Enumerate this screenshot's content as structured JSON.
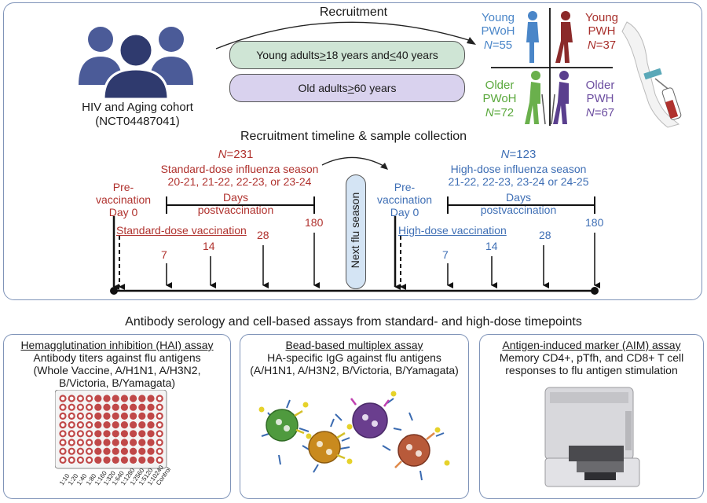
{
  "recruitment": {
    "title": "Recruitment",
    "cohort_name": "HIV and Aging cohort",
    "cohort_id": "(NCT04487041)",
    "young_criteria_prefix": "Young adults ",
    "young_ge": "> ",
    "young_mid": "18 years and ",
    "young_le": "< ",
    "young_suffix": "40 years",
    "old_criteria_prefix": "Old adults ",
    "old_ge": "> ",
    "old_suffix": "60 years",
    "groups": [
      {
        "line1": "Young",
        "line2": "PWoH",
        "n_label": "N",
        "n_value": "=55"
      },
      {
        "line1": "Young",
        "line2": "PWH",
        "n_label": "N",
        "n_value": "=37"
      },
      {
        "line1": "Older",
        "line2": "PWoH",
        "n_label": "N",
        "n_value": "=72"
      },
      {
        "line1": "Older",
        "line2": "PWH",
        "n_label": "N",
        "n_value": "=67"
      }
    ]
  },
  "timeline": {
    "title": "Recruitment timeline & sample collection",
    "standard": {
      "n_label": "N",
      "n_value": "=231",
      "season_title": "Standard-dose influenza season",
      "season_years": "20-21, 21-22, 22-23, or 23-24",
      "days_line1": "Days",
      "days_line2": "postvaccination",
      "pre_line1": "Pre-",
      "pre_line2": "vaccination",
      "pre_line3": "Day 0",
      "vaccination_label": "Standard-dose vaccination",
      "days": [
        "7",
        "14",
        "28",
        "180"
      ]
    },
    "next_season": "Next flu season",
    "high": {
      "n_label": "N",
      "n_value": "=123",
      "season_title": "High-dose influenza season",
      "season_years": "21-22, 22-23, 23-24 or 24-25",
      "days_line1": "Days",
      "days_line2": "postvaccination",
      "pre_line1": "Pre-",
      "pre_line2": "vaccination",
      "pre_line3": "Day 0",
      "vaccination_label": "High-dose vaccination",
      "days": [
        "7",
        "14",
        "28",
        "180"
      ]
    }
  },
  "assays": {
    "title": "Antibody serology and cell-based assays from standard- and high-dose timepoints",
    "hai": {
      "heading": "Hemagglutination inhibition (HAI) assay",
      "line1": "Antibody titers against flu antigens",
      "line2": "(Whole Vaccine, A/H1N1, A/H3N2,",
      "line3": "B/Victoria, B/Yamagata)",
      "dilutions": [
        "1:10",
        "1:20",
        "1:40",
        "1:80",
        "1:160",
        "1:320",
        "1:640",
        "1:1280",
        "1:2560",
        "1:5120",
        "1:10240",
        "Control"
      ]
    },
    "bead": {
      "heading": "Bead-based multiplex assay",
      "line1": "HA-specific IgG against flu antigens",
      "line2": "(A/H1N1, A/H3N2, B/Victoria, B/Yamagata)"
    },
    "aim": {
      "heading": "Antigen-induced marker (AIM) assay",
      "line1": "Memory CD4+, pTfh, and CD8+ T cell",
      "line2": "responses to flu antigen stimulation"
    }
  },
  "colors": {
    "standard": "#b0322e",
    "high": "#3f6fb5",
    "young_pwoh": "#4a86c8",
    "young_pwh": "#8b2a2a",
    "older_pwoh": "#6ab04c",
    "older_pwh": "#5a3f8e",
    "people": "#3f4f8a",
    "panel_border": "#7f93b8"
  }
}
